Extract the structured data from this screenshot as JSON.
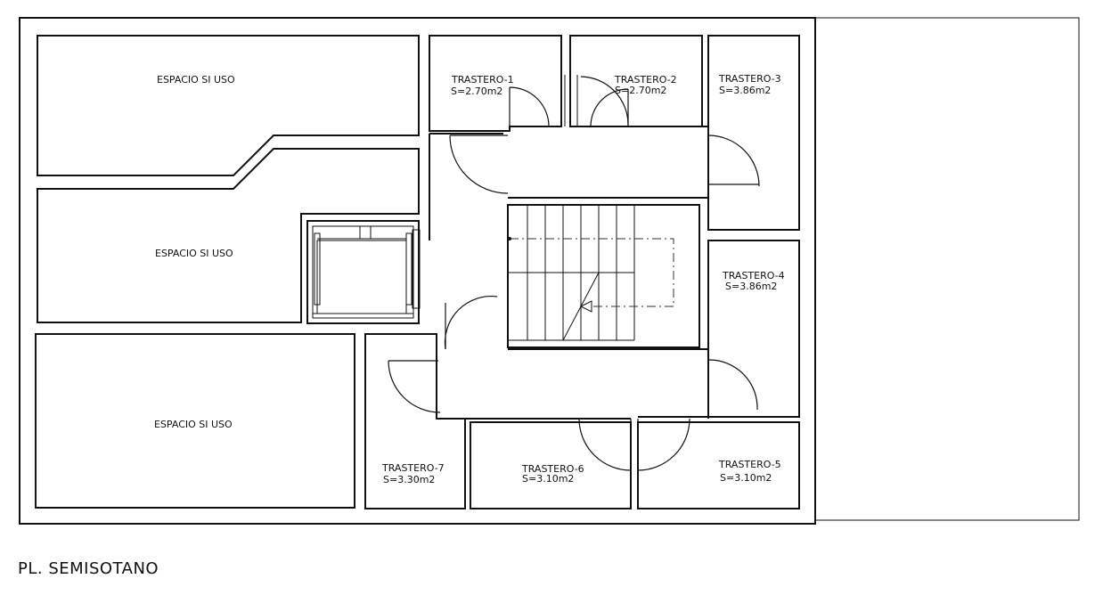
{
  "plan": {
    "title": "PL.  SEMISOTANO",
    "rooms": [
      {
        "id": "espacio-1",
        "name": "ESPACIO SI USO"
      },
      {
        "id": "espacio-2",
        "name": "ESPACIO SI USO"
      },
      {
        "id": "espacio-3",
        "name": "ESPACIO SI USO"
      },
      {
        "id": "trastero-1",
        "name": "TRASTERO-1",
        "area": "S=2.70m2"
      },
      {
        "id": "trastero-2",
        "name": "TRASTERO-2",
        "area": "S=2.70m2"
      },
      {
        "id": "trastero-3",
        "name": "TRASTERO-3",
        "area": "S=3.86m2"
      },
      {
        "id": "trastero-4",
        "name": "TRASTERO-4",
        "area": "S=3.86m2"
      },
      {
        "id": "trastero-5",
        "name": "TRASTERO-5",
        "area": "S=3.10m2"
      },
      {
        "id": "trastero-6",
        "name": "TRASTERO-6",
        "area": "S=3.10m2"
      },
      {
        "id": "trastero-7",
        "name": "TRASTERO-7",
        "area": "S=3.30m2"
      }
    ]
  },
  "colors": {
    "line": "#111111",
    "background": "#ffffff"
  }
}
